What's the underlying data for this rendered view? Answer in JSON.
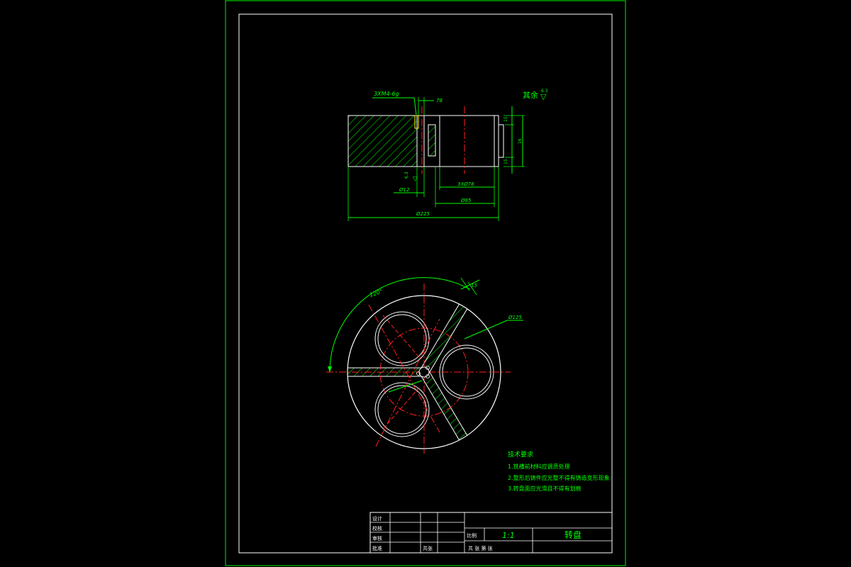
{
  "drawing": {
    "colors": {
      "background": "#000000",
      "frame": "#00c800",
      "outline": "#ffffff",
      "centerline": "#ff2020",
      "dimension": "#00ff00",
      "hatch": "#00ff00",
      "thread": "#ffff00"
    },
    "section_view": {
      "thread_callout": "3XM4-6g",
      "dim_top_small": "78",
      "surface_note": "其余",
      "surface_symbol": "▽",
      "roughness_top": "6.3",
      "roughness_left": "6.3",
      "dim_diam_12": "Ø12",
      "dim_holes": "3XØ78",
      "dim_diam_85": "Ø85",
      "dim_diam_225": "Ø225",
      "dim_right_top": "15",
      "dim_right_mid": "16",
      "dim_right_bottom": "15"
    },
    "plan_view": {
      "angle_label": "120°",
      "width_label": "15",
      "diam_label": "Ø125"
    },
    "tech_requirements": {
      "title": "技术要求",
      "items": [
        "1.铣槽前材料应调质处理",
        "2.整形后铸件应光整不得有铸造变形现象",
        "3.转盘面应光滑且不得有划痕"
      ]
    },
    "title_block": {
      "label_design": "设计",
      "label_check": "校核",
      "label_audit": "审核",
      "label_approve": "批准",
      "label_sheet_count": "共张",
      "label_scale": "比例",
      "scale_value": "1:1",
      "part_name": "转盘",
      "sheet_footer": "共  张  第  张"
    }
  }
}
